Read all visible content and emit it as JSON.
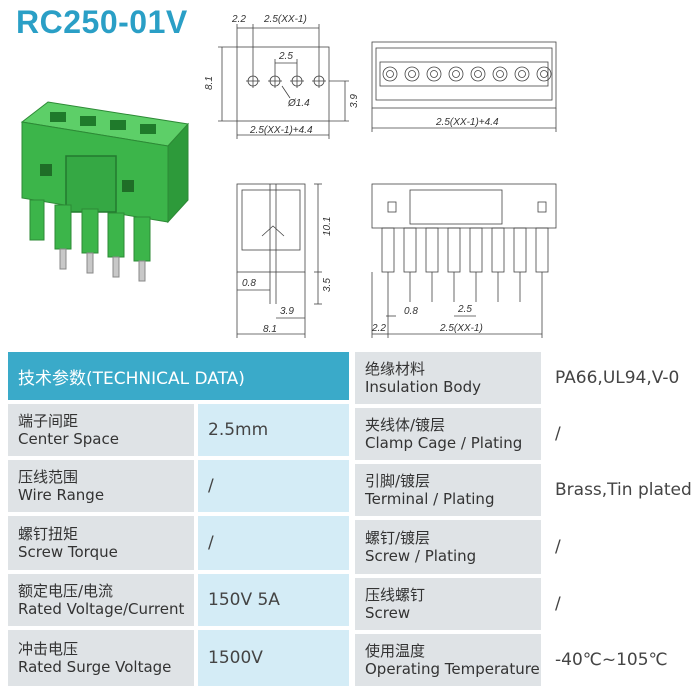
{
  "product": {
    "title": "RC250-01V"
  },
  "dimensions": {
    "top_left": [
      "2.2",
      "2.5(XX-1)",
      "2.5",
      "8.1",
      "3.9",
      "Ø1.4",
      "2.5(XX-1)+4.4"
    ],
    "top_right": [
      "2.5(XX-1)+4.4"
    ],
    "side": [
      "10.1",
      "3.5",
      "0.8",
      "3.9",
      "8.1"
    ],
    "front": [
      "0.8",
      "2.5",
      "2.2",
      "2.5(XX-1)"
    ]
  },
  "table": {
    "header": "技术参数(TECHNICAL DATA)",
    "left_rows": [
      {
        "cn": "端子间距",
        "en": "Center Space",
        "value": "2.5mm"
      },
      {
        "cn": "压线范围",
        "en": "Wire Range",
        "value": "/"
      },
      {
        "cn": "螺钉扭矩",
        "en": "Screw Torque",
        "value": "/"
      },
      {
        "cn": "额定电压/电流",
        "en": "Rated Voltage/Current",
        "value": "150V 5A"
      },
      {
        "cn": "冲击电压",
        "en": "Rated Surge Voltage",
        "value": "1500V"
      }
    ],
    "right_rows": [
      {
        "cn": "绝缘材料",
        "en": "Insulation Body",
        "value": "PA66,UL94,V-0"
      },
      {
        "cn": "夹线体/镀层",
        "en": "Clamp Cage / Plating",
        "value": "/"
      },
      {
        "cn": "引脚/镀层",
        "en": "Terminal / Plating",
        "value": "Brass,Tin plated"
      },
      {
        "cn": "螺钉/镀层",
        "en": "Screw / Plating",
        "value": "/"
      },
      {
        "cn": "压线螺钉",
        "en": "Screw",
        "value": "/"
      },
      {
        "cn": "使用温度",
        "en": "Operating Temperature",
        "value": "-40℃~105℃"
      }
    ]
  },
  "colors": {
    "accent": "#2a9fc6",
    "header": "#3aaac9",
    "connector": "#3cb54a"
  }
}
